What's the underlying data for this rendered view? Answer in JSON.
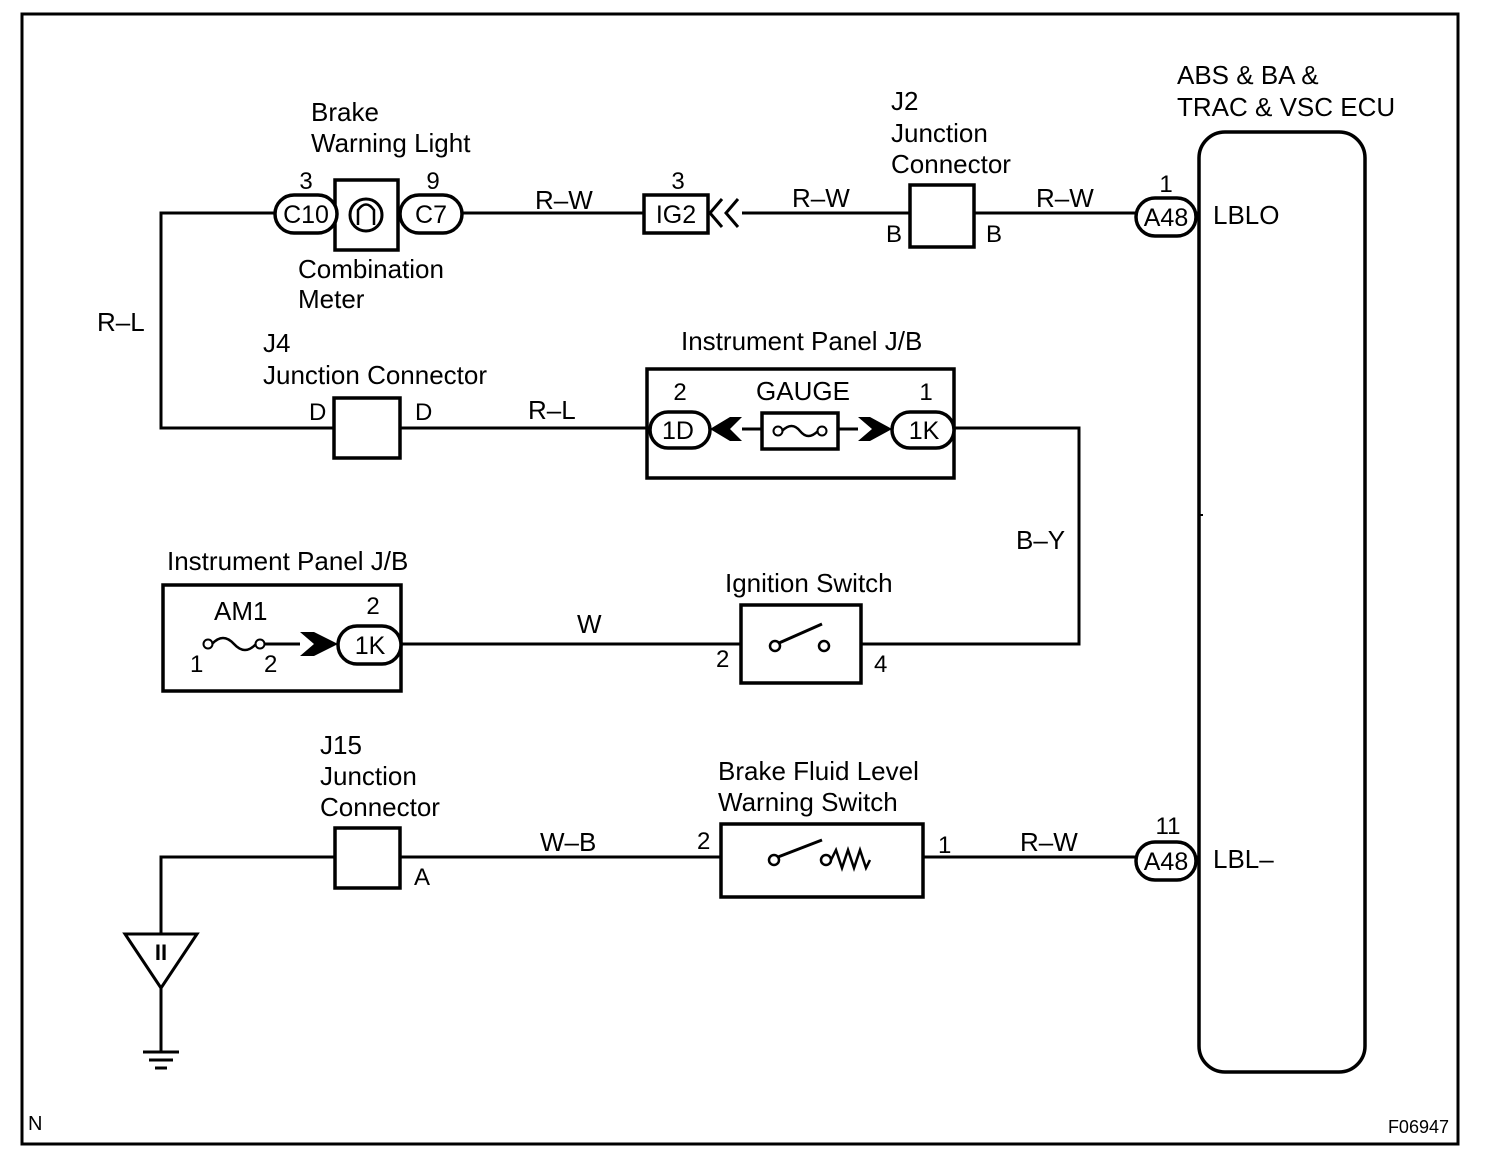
{
  "components": {
    "brake_warning_light": [
      "Brake",
      "Warning Light"
    ],
    "combination_meter": [
      "Combination",
      "Meter"
    ],
    "j2": [
      "J2",
      "Junction",
      "Connector"
    ],
    "ecu": [
      "ABS & BA &",
      "TRAC & VSC ECU"
    ],
    "j4": [
      "J4",
      "Junction Connector"
    ],
    "ip_jb_top": "Instrument Panel J/B",
    "gauge": "GAUGE",
    "ip_jb_left": "Instrument Panel J/B",
    "am1": "AM1",
    "ignition_switch": "Ignition Switch",
    "j15": [
      "J15",
      "Junction",
      "Connector"
    ],
    "brake_fluid_switch": [
      "Brake Fluid Level",
      "Warning Switch"
    ]
  },
  "connectors": {
    "c10": "C10",
    "c7": "C7",
    "ig2": "IG2",
    "a48_top": "A48",
    "a48_bottom": "A48",
    "oneD": "1D",
    "oneK_top": "1K",
    "oneK_left": "1K"
  },
  "pins": {
    "c10": "3",
    "c7": "9",
    "ig2": "3",
    "a48_top": "1",
    "j2_left": "B",
    "j2_right": "B",
    "j4_left": "D",
    "j4_right": "D",
    "oneD": "2",
    "oneK_top": "1",
    "oneK_left": "2",
    "am1_left": "1",
    "am1_right": "2",
    "ign_left": "2",
    "ign_right": "4",
    "j15": "A",
    "bf_left": "2",
    "bf_right": "1",
    "a48_bottom": "11"
  },
  "wires": {
    "c7_ig2": "R–W",
    "ig2_j2": "R–W",
    "j2_ecu": "R–W",
    "left_vertical": "R–L",
    "j4_jb": "R–L",
    "jb_ign": "B–Y",
    "am1_ign": "W",
    "j15_bf": "W–B",
    "bf_ecu": "R–W"
  },
  "terminals": {
    "lblo": "LBLO",
    "lbl": "LBL–"
  },
  "ground_symbol": "II",
  "corner_left": "N",
  "figure_id": "F06947"
}
